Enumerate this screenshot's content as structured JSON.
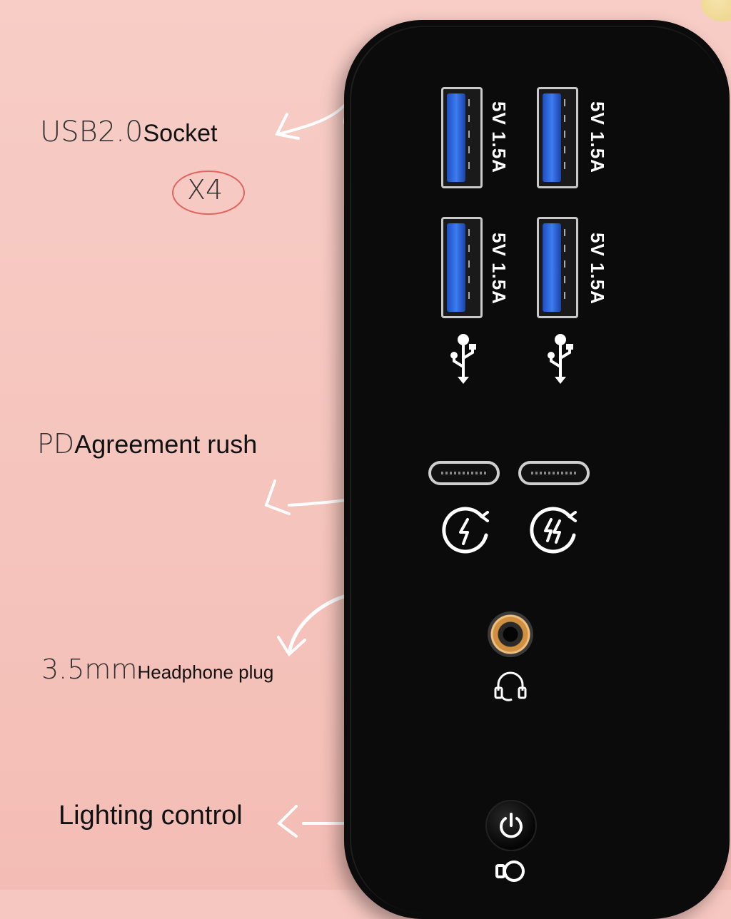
{
  "annotations": {
    "usb_socket": {
      "thin": "USB2.0",
      "bold": "Socket"
    },
    "usb_count": "X4",
    "pd": {
      "thin": "PD",
      "bold": "Agreement rush"
    },
    "headphone": {
      "thin": "3.5mm",
      "bold": "Headphone plug"
    },
    "lighting": "Lighting control"
  },
  "usb_ports": [
    {
      "rating": "5V 1.5A"
    },
    {
      "rating": "5V 1.5A"
    },
    {
      "rating": "5V 1.5A"
    },
    {
      "rating": "5V 1.5A"
    }
  ],
  "colors": {
    "background": "#f6c7c0",
    "device": "#0b0b0c",
    "usb_tongue": "#2f6be0",
    "circle_accent": "#e0645f",
    "jack_ring": "#d09040"
  },
  "icons": [
    "usb-icon",
    "fast-charge-icon",
    "super-fast-charge-icon",
    "headphone-icon",
    "power-icon",
    "light-bulb-icon",
    "arrow-icon"
  ]
}
